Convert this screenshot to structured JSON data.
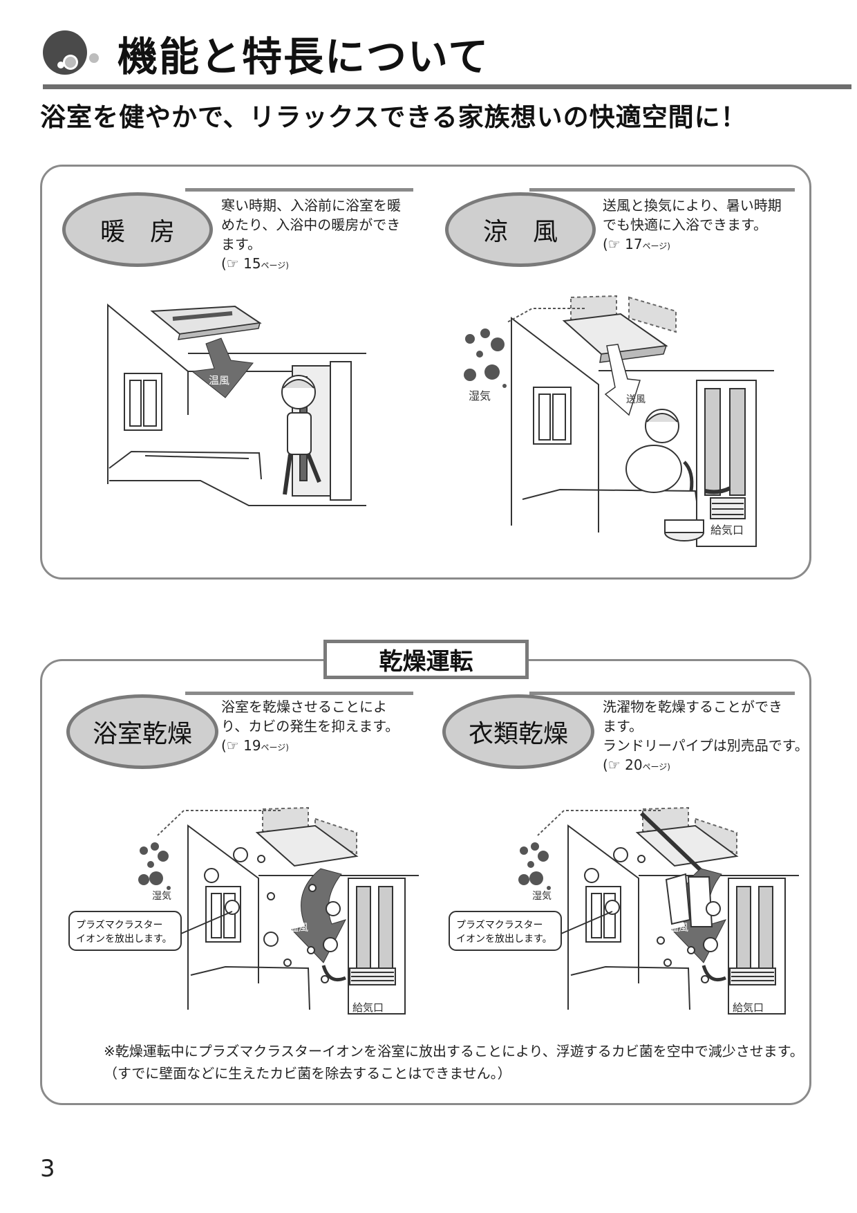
{
  "header": {
    "title": "機能と特長について",
    "subtitle": "浴室を健やかで、リラックスできる家族想いの快適空間に！"
  },
  "features_top": [
    {
      "name": "暖　房",
      "desc_lines": [
        "寒い時期、入浴前に浴室を暖",
        "めたり、入浴中の暖房ができ",
        "ます。"
      ],
      "ref": "(☞ 15",
      "ref_suffix": "ページ)",
      "labels": [
        "温風"
      ]
    },
    {
      "name": "涼　風",
      "desc_lines": [
        "送風と換気により、暑い時期",
        "でも快適に入浴できます。"
      ],
      "ref": "(☞ 17",
      "ref_suffix": "ページ)",
      "labels": [
        "湿気",
        "送風",
        "給気口"
      ]
    }
  ],
  "dry_section": {
    "title": "乾燥運転",
    "features": [
      {
        "name": "浴室乾燥",
        "desc_lines": [
          "浴室を乾燥させることによ",
          "り、カビの発生を抑えます。"
        ],
        "ref": "(☞ 19",
        "ref_suffix": "ページ)",
        "labels": [
          "湿気",
          "温風",
          "給気口"
        ],
        "callout": [
          "プラズマクラスター",
          "イオンを放出します。"
        ]
      },
      {
        "name": "衣類乾燥",
        "desc_lines": [
          "洗濯物を乾燥することができ",
          "ます。",
          "ランドリーパイプは別売品です。"
        ],
        "ref": "(☞ 20",
        "ref_suffix": "ページ)",
        "labels": [
          "湿気",
          "温風",
          "給気口"
        ],
        "callout": [
          "プラズマクラスター",
          "イオンを放出します。"
        ]
      }
    ],
    "note_lines": [
      "※乾燥運転中にプラズマクラスターイオンを浴室に放出することにより、浮遊するカビ菌を空中で減少させます。",
      "（すでに壁面などに生えたカビ菌を除去することはできません。）"
    ]
  },
  "page_number": "3"
}
